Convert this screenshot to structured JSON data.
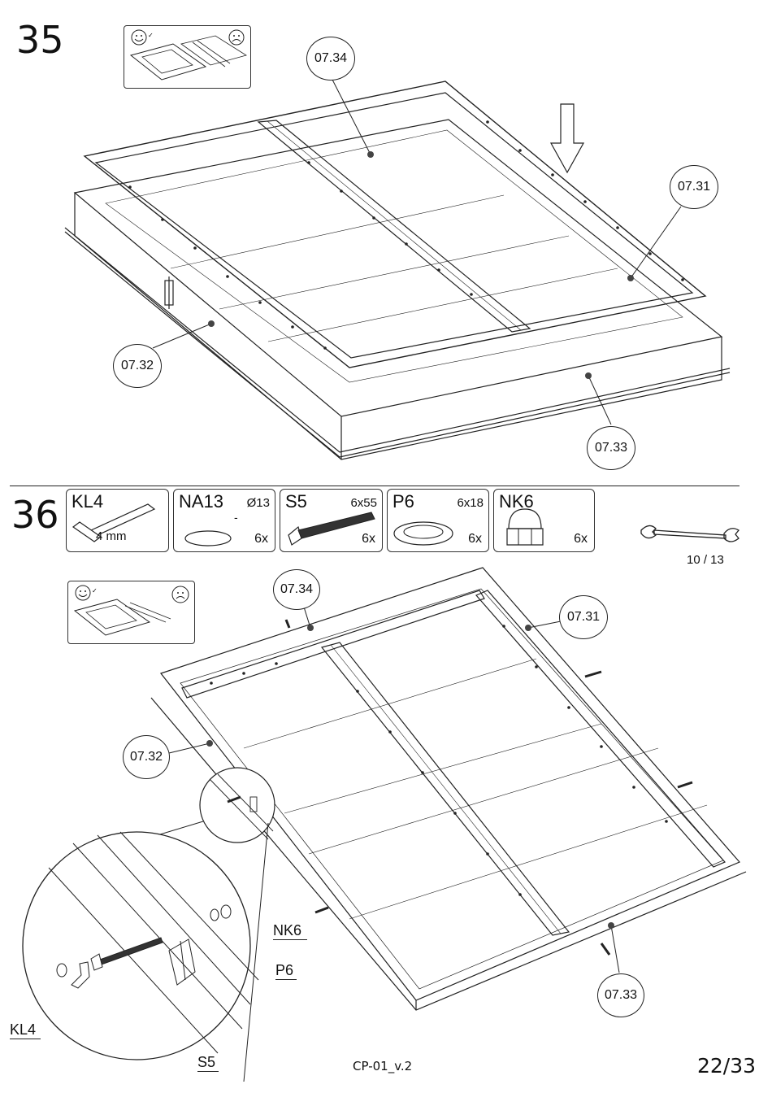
{
  "steps": [
    {
      "number": "35",
      "callouts": [
        "07.34",
        "07.31",
        "07.32",
        "07.33"
      ]
    },
    {
      "number": "36",
      "callouts": [
        "07.34",
        "07.31",
        "07.32",
        "07.33"
      ]
    }
  ],
  "parts": [
    {
      "code": "KL4",
      "dimension": "",
      "sub": "4 mm",
      "qty": "",
      "icon": "hex-key-icon"
    },
    {
      "code": "NA13",
      "dimension": "Ø13",
      "sub": "",
      "dash": "-",
      "qty": "6x",
      "icon": "washer-disc-icon"
    },
    {
      "code": "S5",
      "dimension": "6x55",
      "sub": "",
      "qty": "6x",
      "icon": "bolt-icon"
    },
    {
      "code": "P6",
      "dimension": "6x18",
      "sub": "",
      "qty": "6x",
      "icon": "washer-ring-icon"
    },
    {
      "code": "NK6",
      "dimension": "",
      "sub": "",
      "qty": "6x",
      "icon": "cap-nut-icon"
    }
  ],
  "tool": {
    "label": "10 / 13",
    "icon": "wrench-icon"
  },
  "detail_labels": {
    "nk6": "NK6",
    "p6": "P6",
    "kl4": "KL4",
    "s5": "S5"
  },
  "footer": {
    "doc_code": "CP-01_v.2",
    "page": "22/33"
  }
}
